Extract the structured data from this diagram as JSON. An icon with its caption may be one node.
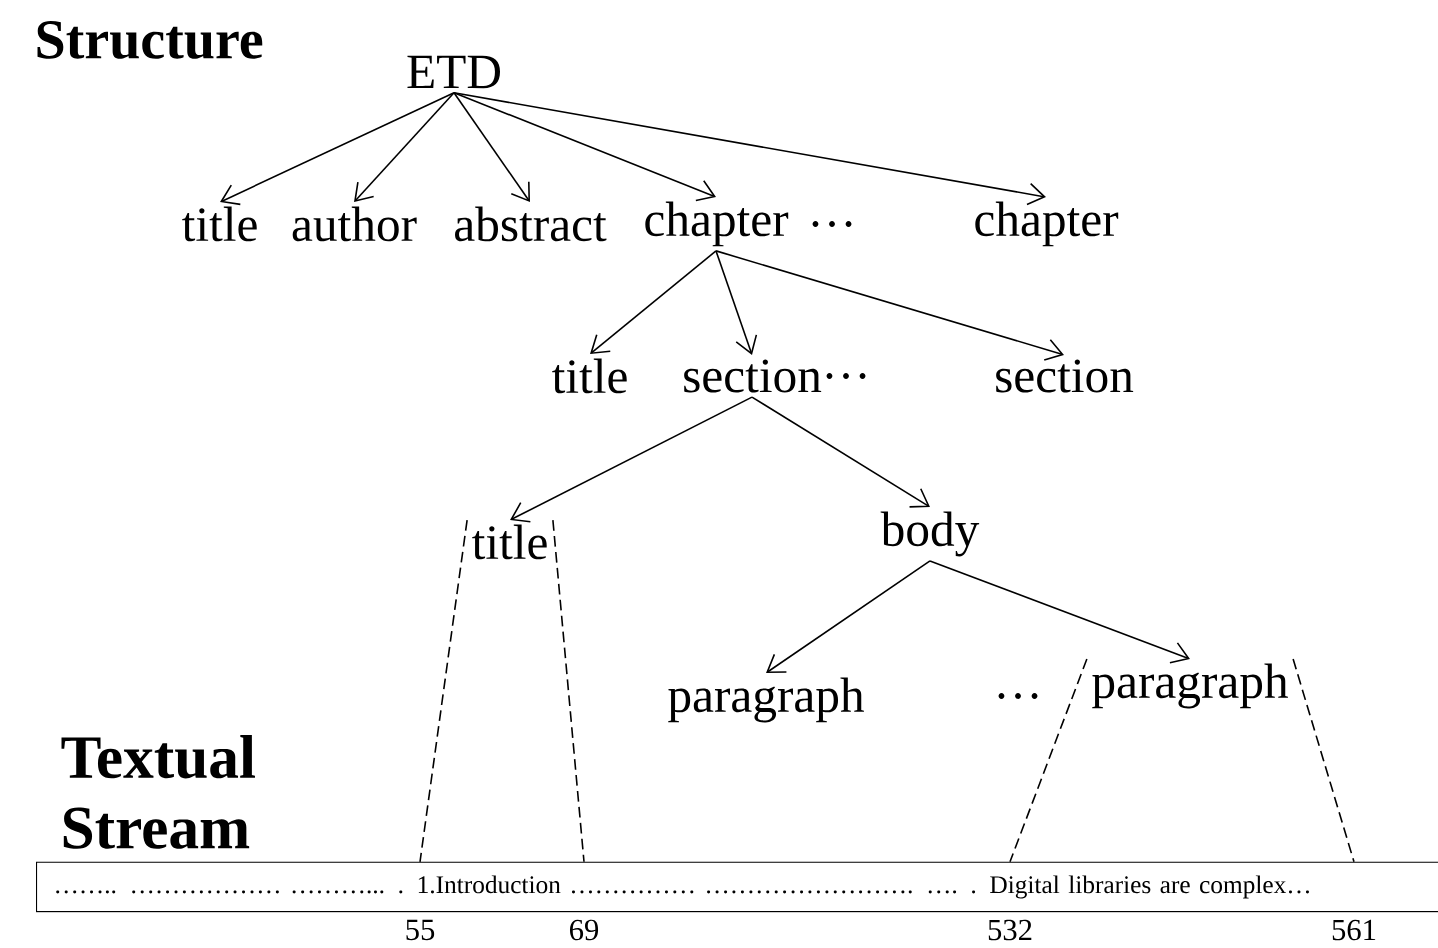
{
  "diagram": {
    "nodes": [
      {
        "text": [
          "ETD"
        ]
      },
      {
        "text": [
          "title"
        ]
      },
      {
        "text": [
          "author"
        ]
      },
      {
        "text": [
          "abstract"
        ]
      },
      {
        "text": [
          "chapter"
        ]
      },
      {
        "text": [
          "chapter"
        ]
      },
      {
        "text": [
          "title"
        ]
      },
      {
        "text": [
          "section"
        ]
      },
      {
        "text": [
          "section"
        ]
      },
      {
        "text": [
          "title"
        ]
      },
      {
        "text": [
          "body"
        ]
      },
      {
        "text": [
          "paragraph"
        ]
      },
      {
        "text": [
          "paragraph"
        ]
      },
      {
        "text": [
          "…….. ……………… ………... . 1.Introduction …………… ……………………. …. . Digital libraries are complex…"
        ]
      }
    ],
    "edges": [
      {
        "from": 0,
        "to": 1,
        "arrow": "to"
      },
      {
        "from": 0,
        "to": 2,
        "arrow": "to"
      },
      {
        "from": 0,
        "to": 3,
        "arrow": "to"
      },
      {
        "from": 0,
        "to": 4,
        "arrow": "to"
      },
      {
        "from": 0,
        "to": 5,
        "arrow": "to"
      },
      {
        "from": 4,
        "to": 6,
        "arrow": "to"
      },
      {
        "from": 4,
        "to": 7,
        "arrow": "to"
      },
      {
        "from": 4,
        "to": 8,
        "arrow": "to"
      },
      {
        "from": 7,
        "to": 9,
        "arrow": "to"
      },
      {
        "from": 7,
        "to": 10,
        "arrow": "to"
      },
      {
        "from": 10,
        "to": 11,
        "arrow": "to"
      },
      {
        "from": 10,
        "to": 12,
        "arrow": "to"
      },
      {
        "from": 9,
        "to": 13,
        "arrow": "none",
        "style": "dashed"
      },
      {
        "from": 9,
        "to": 13,
        "arrow": "none",
        "style": "dashed"
      },
      {
        "from": 12,
        "to": 13,
        "arrow": "none",
        "style": "dashed"
      },
      {
        "from": 12,
        "to": 13,
        "arrow": "none",
        "style": "dashed"
      }
    ],
    "labels": [
      "Structure",
      "…",
      "…",
      "…",
      "Textual Stream",
      "55",
      "69",
      "532",
      "561"
    ]
  }
}
